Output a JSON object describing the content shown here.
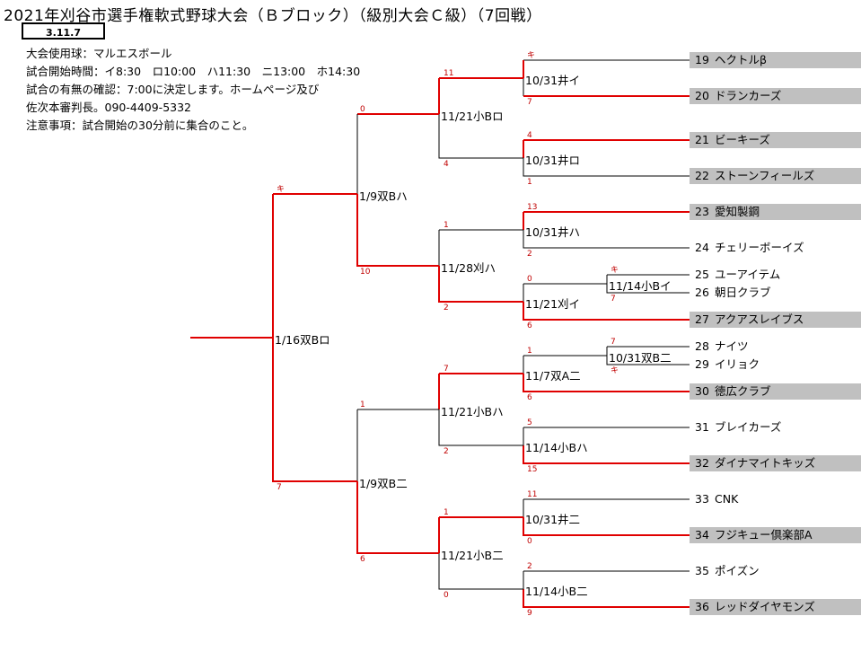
{
  "title": "2021年刈谷市選手権軟式野球大会（Ｂブロック）（級別大会Ｃ級）（7回戦）",
  "date_box": "3.11.7",
  "info_lines": [
    "大会使用球：マルエスボール",
    "試合開始時間：イ8:30　ロ10:00　ハ11:30　ニ13:00　ホ14:30",
    "試合の有無の確認：7:00に決定します。ホームページ及び",
    "佐次本審判長。090-4409-5332",
    "注意事項：試合開始の30分前に集合のこと。"
  ],
  "teams": [
    {
      "no": "19",
      "name": "ヘクトルβ",
      "highlight": true
    },
    {
      "no": "20",
      "name": "ドランカーズ",
      "highlight": true
    },
    {
      "no": "21",
      "name": "ビーキーズ",
      "highlight": true
    },
    {
      "no": "22",
      "name": "ストーンフィールズ",
      "highlight": true
    },
    {
      "no": "23",
      "name": "愛知製鋼",
      "highlight": true
    },
    {
      "no": "24",
      "name": "チェリーボーイズ",
      "highlight": false
    },
    {
      "no": "25",
      "name": "ユーアイテム",
      "highlight": false
    },
    {
      "no": "26",
      "name": "朝日クラブ",
      "highlight": false
    },
    {
      "no": "27",
      "name": "アクアスレイブス",
      "highlight": true
    },
    {
      "no": "28",
      "name": "ナイツ",
      "highlight": false
    },
    {
      "no": "29",
      "name": "イリョク",
      "highlight": false
    },
    {
      "no": "30",
      "name": "徳広クラブ",
      "highlight": true
    },
    {
      "no": "31",
      "name": "ブレイカーズ",
      "highlight": false
    },
    {
      "no": "32",
      "name": "ダイナマイトキッズ",
      "highlight": true
    },
    {
      "no": "33",
      "name": "CNK",
      "highlight": false
    },
    {
      "no": "34",
      "name": "フジキュー倶楽部A",
      "highlight": true
    },
    {
      "no": "35",
      "name": "ポイズン",
      "highlight": false
    },
    {
      "no": "36",
      "name": "レッドダイヤモンズ",
      "highlight": true
    }
  ],
  "matches": {
    "r0a": "11/14小Bイ",
    "r0b": "10/31双B二",
    "r1a": "10/31井イ",
    "r1b": "10/31井ロ",
    "r1c": "10/31井ハ",
    "r1d": "11/21刈イ",
    "r1e": "11/7双A二",
    "r1f": "11/14小Bハ",
    "r1g": "10/31井二",
    "r1h": "11/14小B二",
    "r2a": "11/21小Bロ",
    "r2b": "11/28刈ハ",
    "r2c": "11/21小Bハ",
    "r2d": "11/21小B二",
    "r3a": "1/9双Bハ",
    "r3b": "1/9双B二",
    "final": "1/16双Bロ"
  },
  "scores": {
    "s_r1a_top": "キ",
    "s_r1a_bot": "7",
    "s_r1b_top": "4",
    "s_r1b_bot": "1",
    "s_r1c_top": "13",
    "s_r1c_bot": "2",
    "s_r0a_top": "キ",
    "s_r0a_bot": "7",
    "s_r1d_top": "0",
    "s_r1d_bot": "6",
    "s_r0b_top": "7",
    "s_r0b_bot": "キ",
    "s_r1e_top": "1",
    "s_r1e_bot": "6",
    "s_r1f_top": "5",
    "s_r1f_bot": "15",
    "s_r1g_top": "11",
    "s_r1g_bot": "0",
    "s_r1h_top": "2",
    "s_r1h_bot": "9",
    "s_r2a_top": "11",
    "s_r2a_bot": "4",
    "s_r2b_top": "1",
    "s_r2b_bot": "2",
    "s_r2c_top": "7",
    "s_r2c_bot": "2",
    "s_r2d_top": "1",
    "s_r2d_bot": "0",
    "s_r3a_top": "0",
    "s_r3a_bot": "10",
    "s_r3b_top": "1",
    "s_r3b_bot": "6",
    "s_f_top": "キ",
    "s_f_bot": "7"
  },
  "colors": {
    "win_line": "#e00000",
    "line": "#000000",
    "team_bg": "#c0c0c0",
    "score_text": "#c00000"
  }
}
